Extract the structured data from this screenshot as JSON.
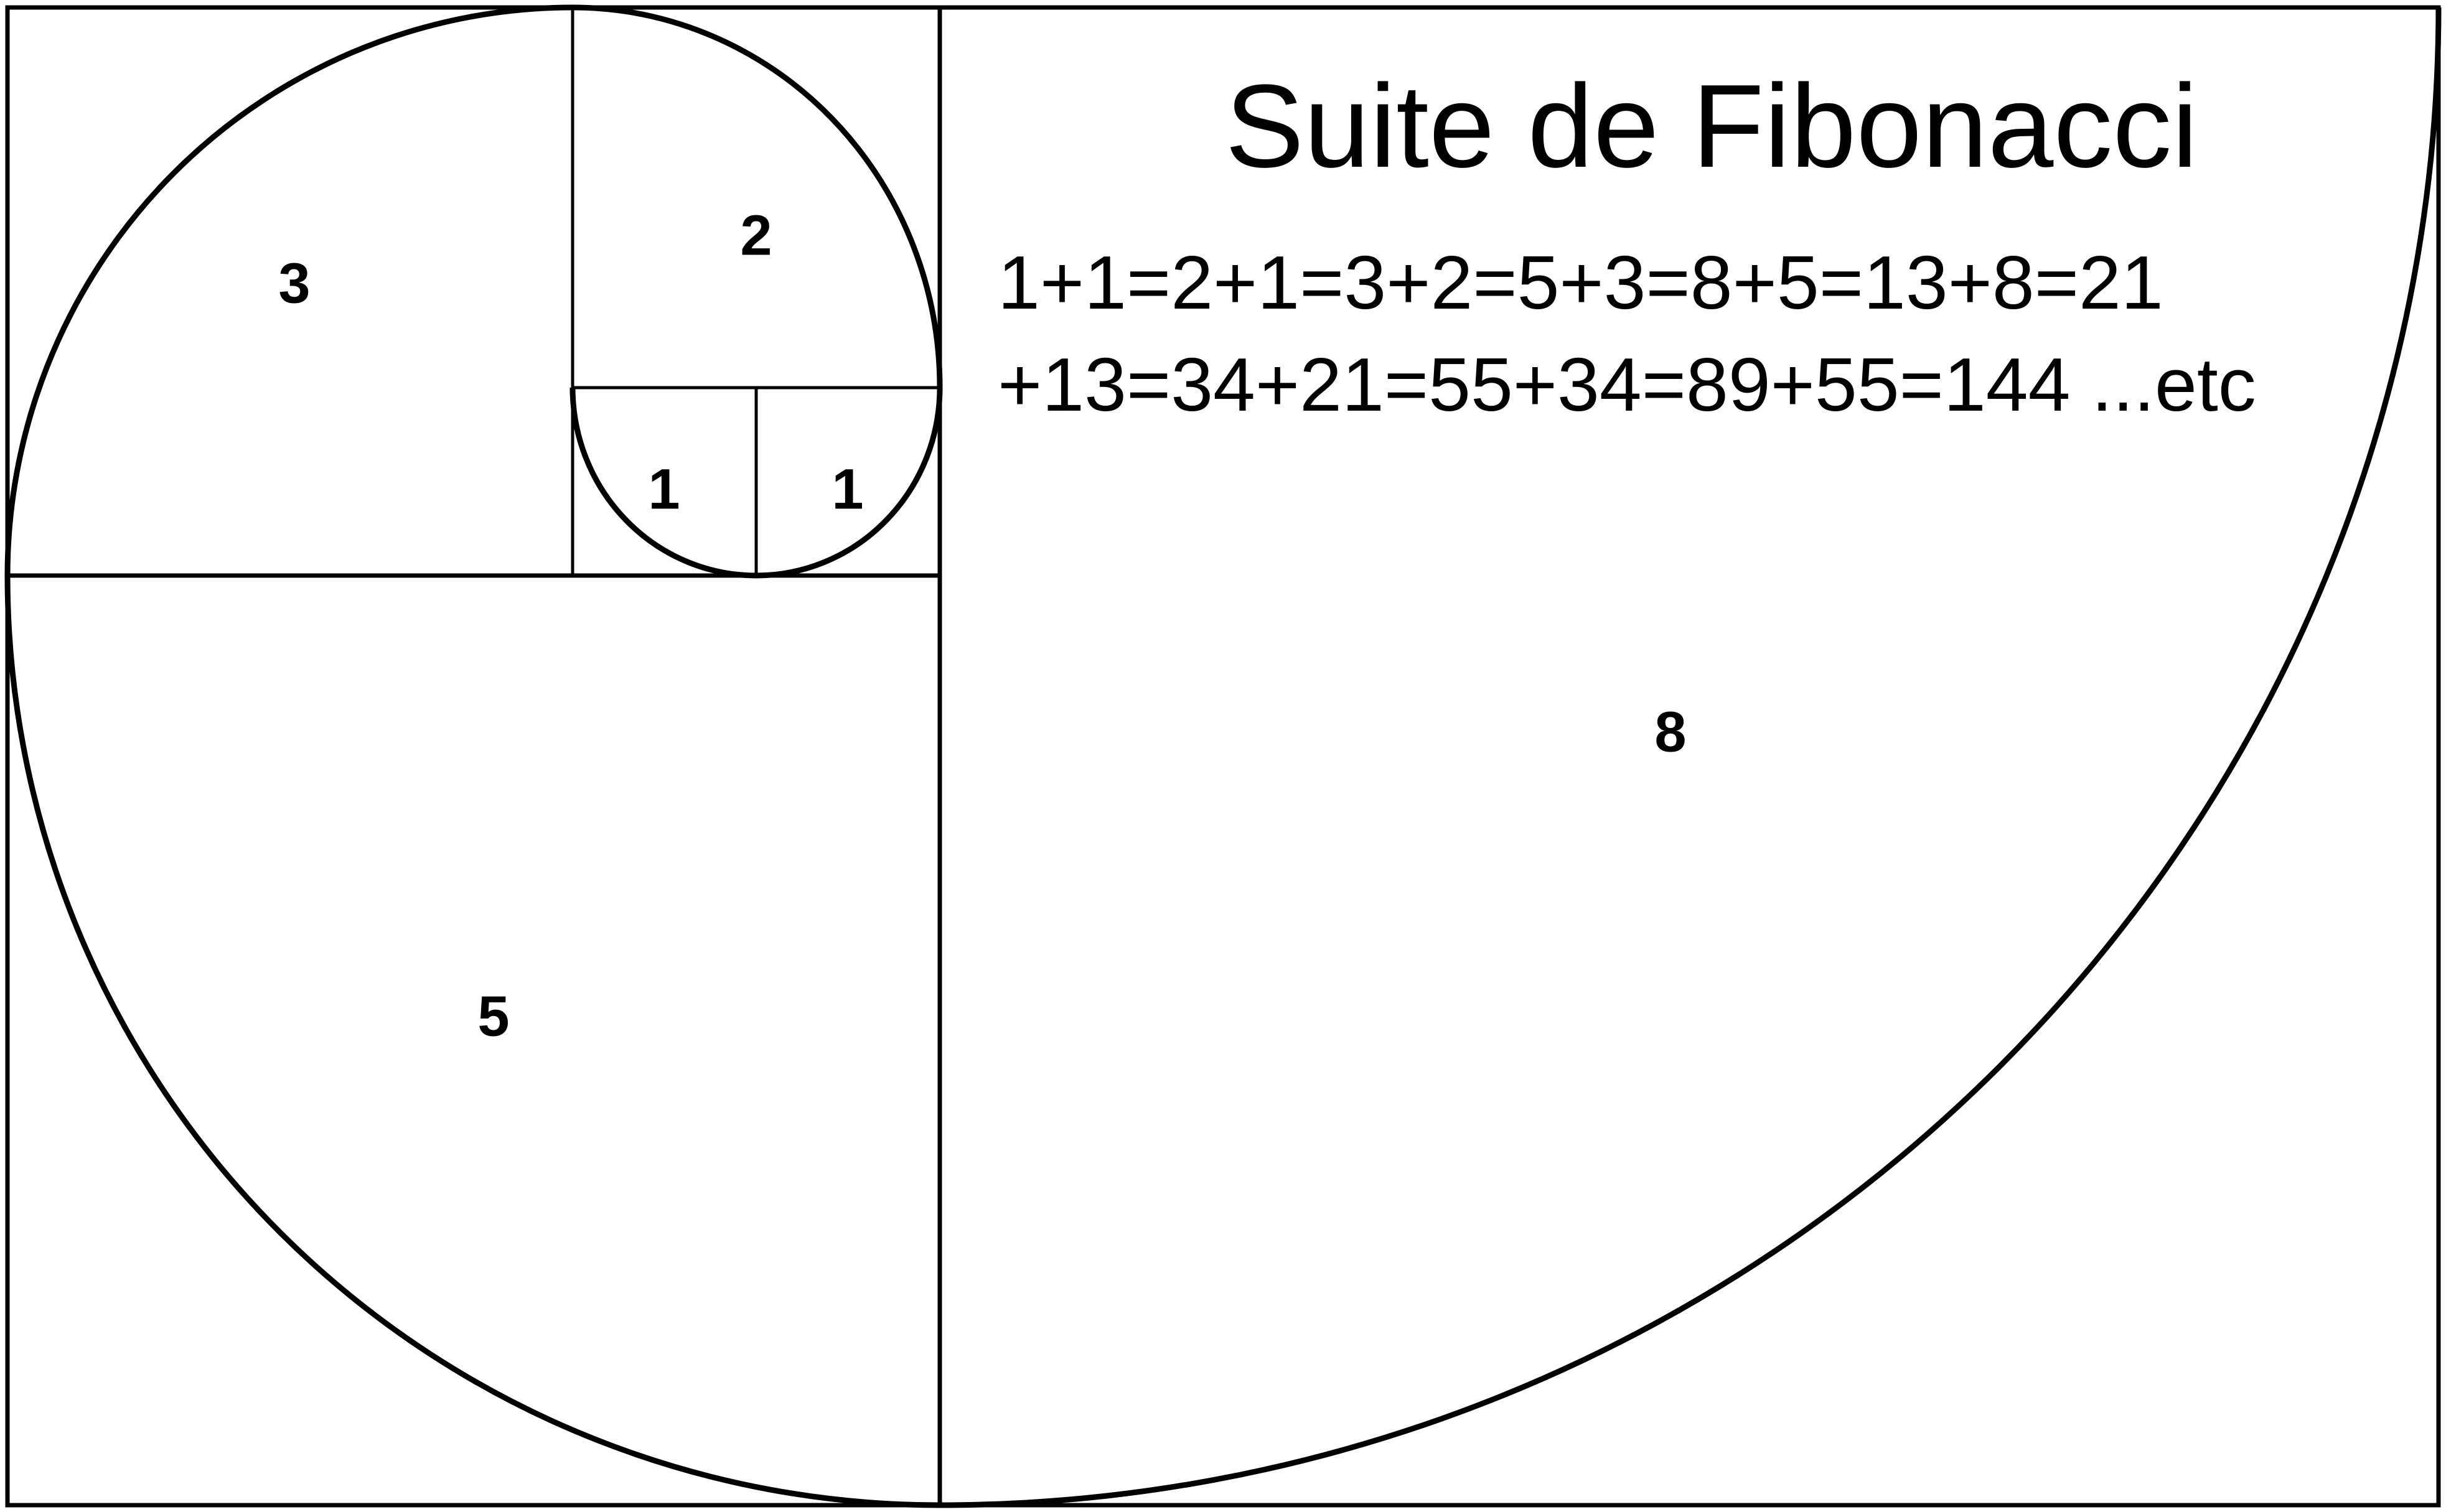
{
  "title": "Suite de Fibonacci",
  "sequence_lines": [
    "1+1=2+1=3+2=5+3=8+5=13+8=21",
    "+13=34+21=55+34=89+55=144 ...etc"
  ],
  "squares": [
    {
      "label": "1",
      "size": 1
    },
    {
      "label": "1",
      "size": 1
    },
    {
      "label": "2",
      "size": 2
    },
    {
      "label": "3",
      "size": 3
    },
    {
      "label": "5",
      "size": 5
    },
    {
      "label": "8",
      "size": 8
    }
  ],
  "colors": {
    "stroke": "#000000",
    "background": "#ffffff"
  }
}
